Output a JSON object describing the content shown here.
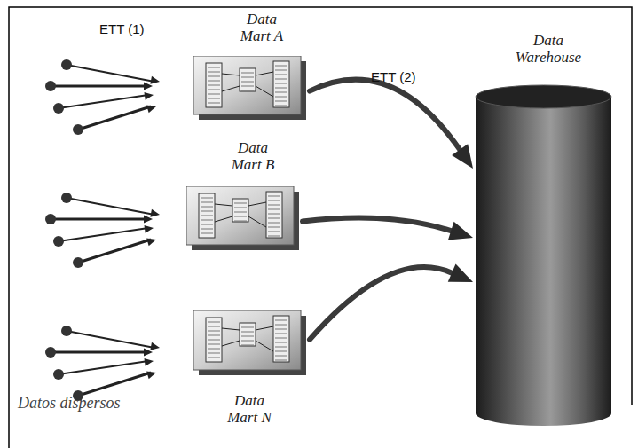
{
  "diagram": {
    "nodes": [
      {
        "text": [
          "Data Mart A"
        ]
      },
      {
        "text": [
          "Data Mart B"
        ]
      },
      {
        "text": [
          "Data Mart N"
        ]
      },
      {
        "text": [
          "Data Warehouse"
        ]
      }
    ],
    "edges": [
      {
        "from": 0,
        "to": 3,
        "arrow": "to"
      },
      {
        "from": 1,
        "to": 3,
        "arrow": "to"
      },
      {
        "from": 2,
        "to": 3,
        "arrow": "to"
      }
    ],
    "labels": [
      "ETT (1)",
      "ETT (2)",
      "Datos dispersos"
    ]
  }
}
